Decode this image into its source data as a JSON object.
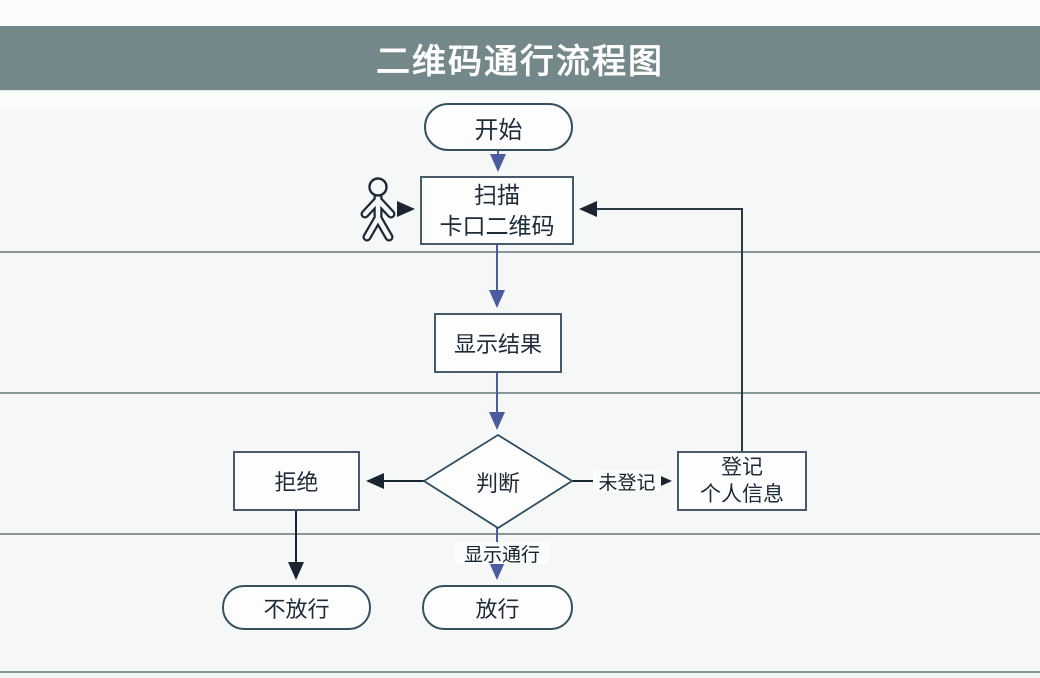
{
  "title": "二维码通行流程图",
  "nodes": {
    "start": {
      "label": "开始"
    },
    "scan": {
      "line1": "扫描",
      "line2": "卡口二维码"
    },
    "result": {
      "label": "显示结果"
    },
    "decision": {
      "label": "判断"
    },
    "reject": {
      "label": "拒绝"
    },
    "register": {
      "line1": "登记",
      "line2": "个人信息"
    },
    "no_pass": {
      "label": "不放行"
    },
    "pass": {
      "label": "放行"
    }
  },
  "edge_labels": {
    "unregistered": "未登记",
    "show_pass": "显示通行"
  },
  "edges": [
    {
      "from": "start",
      "to": "scan",
      "label": ""
    },
    {
      "from": "person",
      "to": "scan",
      "label": ""
    },
    {
      "from": "scan",
      "to": "result",
      "label": ""
    },
    {
      "from": "result",
      "to": "decision",
      "label": ""
    },
    {
      "from": "decision",
      "to": "reject",
      "label": ""
    },
    {
      "from": "decision",
      "to": "register",
      "label": "未登记"
    },
    {
      "from": "register",
      "to": "scan",
      "label": ""
    },
    {
      "from": "reject",
      "to": "no_pass",
      "label": ""
    },
    {
      "from": "decision",
      "to": "pass",
      "label": "显示通行"
    }
  ],
  "colors": {
    "header_bar": "#748889",
    "canvas": "#f6f7f7",
    "lane_line": "#778686",
    "node_border": "#47596a",
    "terminator_border": "#35505e",
    "arrow_blue": "#4a5c9e",
    "arrow_dark": "#1a2530",
    "text": "#1e2b38"
  }
}
